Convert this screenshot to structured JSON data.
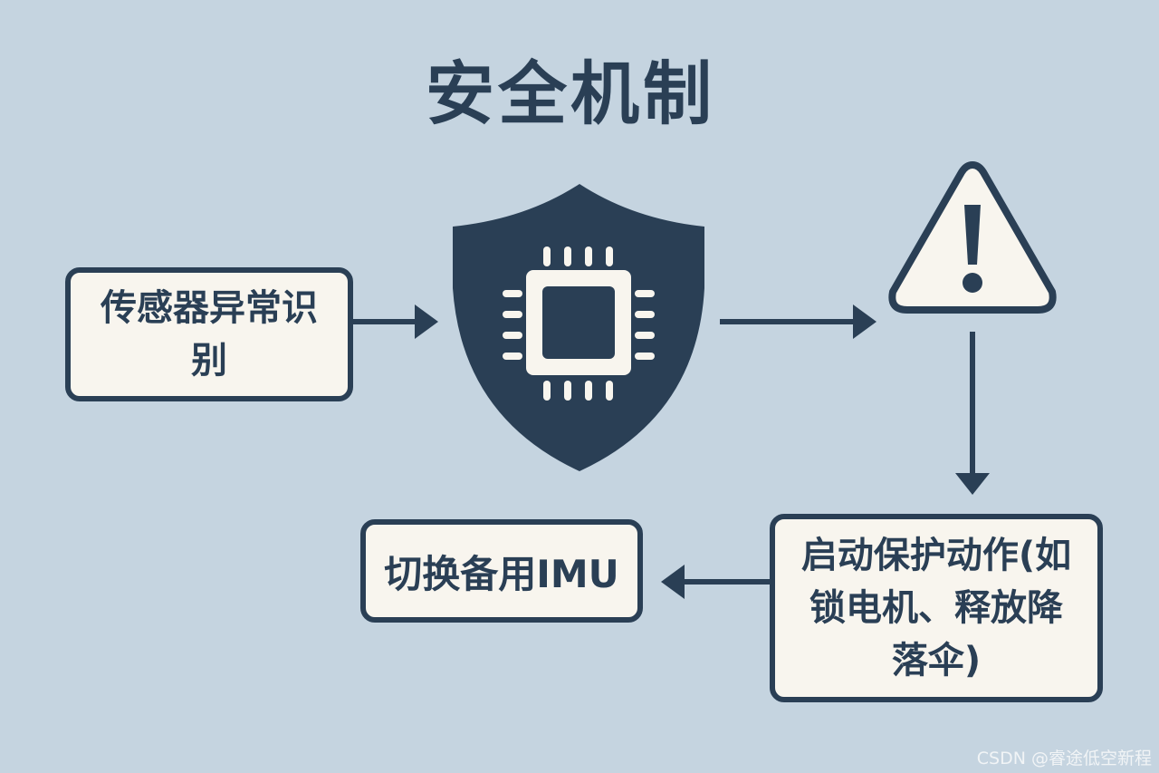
{
  "title": "安全机制",
  "nodes": {
    "sensor": "传感器异常识别",
    "action": "启动保护动作(如锁电机、释放降落伞)",
    "imu": "切换备用IMU"
  },
  "icons": {
    "shield": "shield-chip-icon",
    "warning": "warning-triangle-icon"
  },
  "colors": {
    "background": "#c5d4e0",
    "primary": "#2a3f55",
    "box_fill": "#f8f5ee"
  },
  "watermark": "CSDN @睿途低空新程"
}
